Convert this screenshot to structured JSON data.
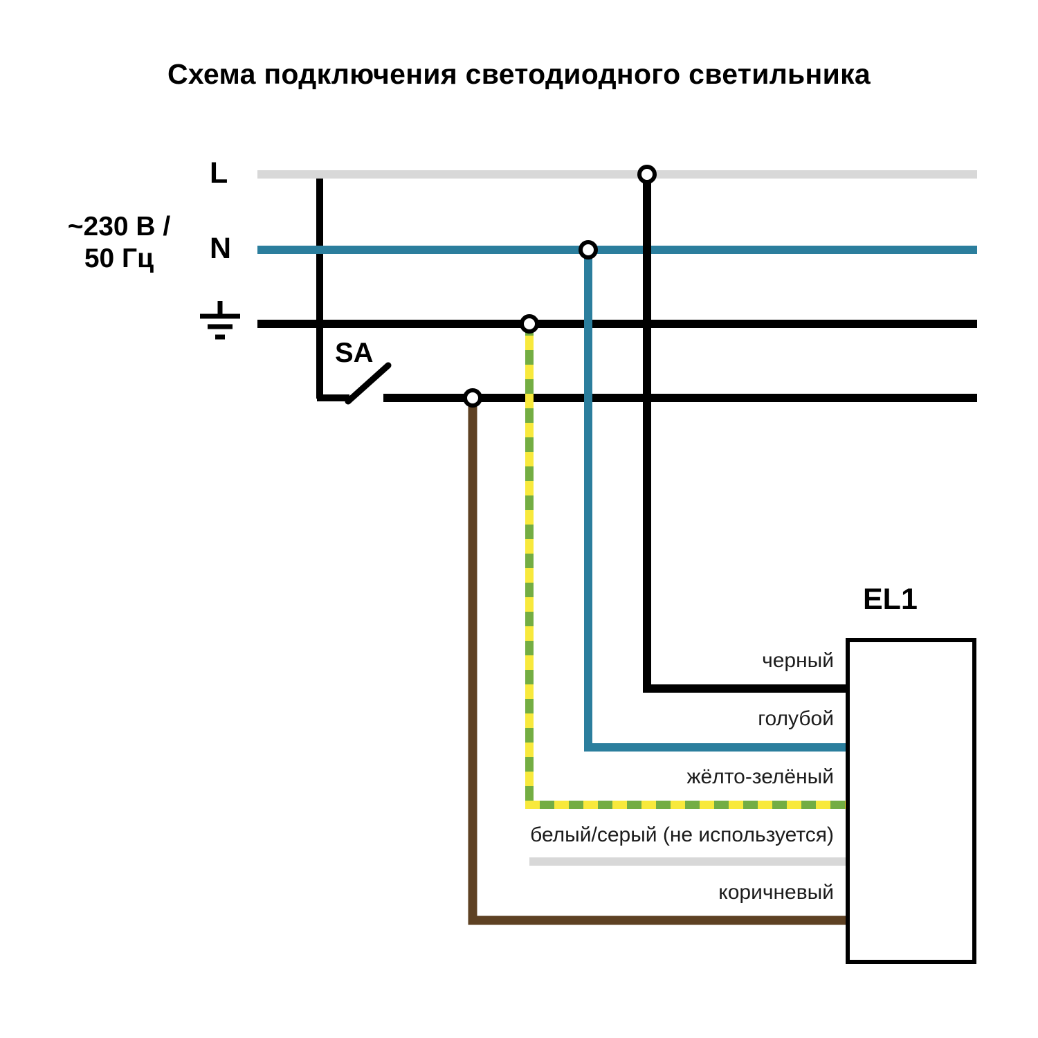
{
  "title": "Схема подключения светодиодного светильника",
  "source": {
    "line_label": "L",
    "neutral_label": "N",
    "voltage_line1": "~230 В /",
    "voltage_line2": "50 Гц"
  },
  "switch": {
    "label": "SA"
  },
  "luminaire": {
    "label": "EL1"
  },
  "wire_labels": {
    "black": "черный",
    "blue": "голубой",
    "yellow_green": "жёлто-зелёный",
    "white_gray": "белый/серый (не используется)",
    "brown": "коричневый"
  },
  "colors": {
    "black": "#000000",
    "gray": "#d8d8d8",
    "teal": "#2b7e9d",
    "yellow": "#f8e93c",
    "green": "#73ad43",
    "brown": "#5e4123"
  }
}
